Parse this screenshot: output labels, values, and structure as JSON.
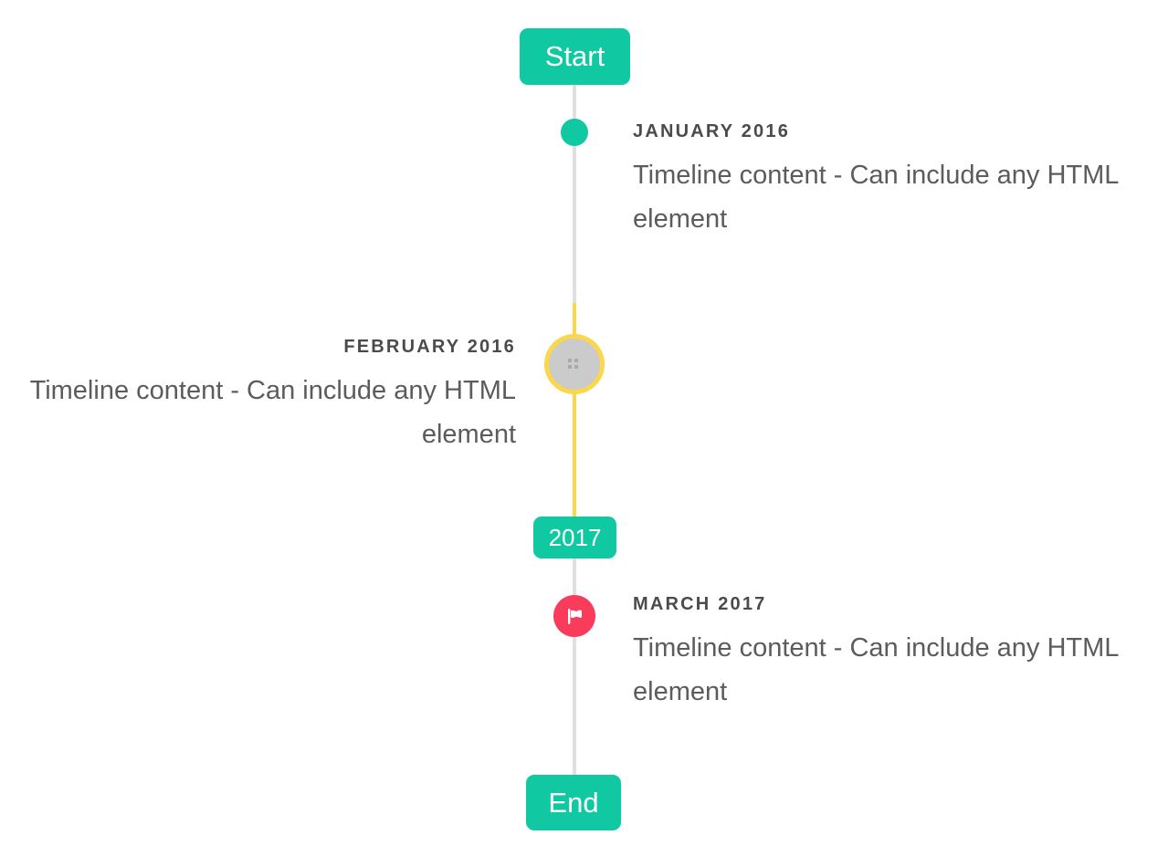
{
  "timeline": {
    "start_label": "Start",
    "end_label": "End",
    "year_badge": "2017",
    "items": [
      {
        "label": "JANUARY 2016",
        "content": "Timeline content - Can include any HTML element",
        "side": "right",
        "marker": {
          "type": "dot",
          "color": "#10c9a2"
        }
      },
      {
        "label": "FEBRUARY 2016",
        "content": "Timeline content - Can include any HTML element",
        "side": "left",
        "marker": {
          "type": "image-circle",
          "fill": "#cbcbcb",
          "ring": "#fcd64b",
          "icon": "broken-image-icon"
        }
      },
      {
        "label": "MARCH 2017",
        "content": "Timeline content - Can include any HTML element",
        "side": "right",
        "marker": {
          "type": "flag-circle",
          "color": "#f93b5c",
          "icon": "flag-icon"
        }
      }
    ]
  },
  "colors": {
    "accent_teal": "#10c9a2",
    "highlight_yellow": "#fcd64b",
    "flag_red": "#f93b5c",
    "line_gray": "#e0e0e0",
    "marker_gray_fill": "#cbcbcb",
    "label_text": "#4b4b4b",
    "content_text": "#5c5c5c",
    "background": "#ffffff"
  }
}
